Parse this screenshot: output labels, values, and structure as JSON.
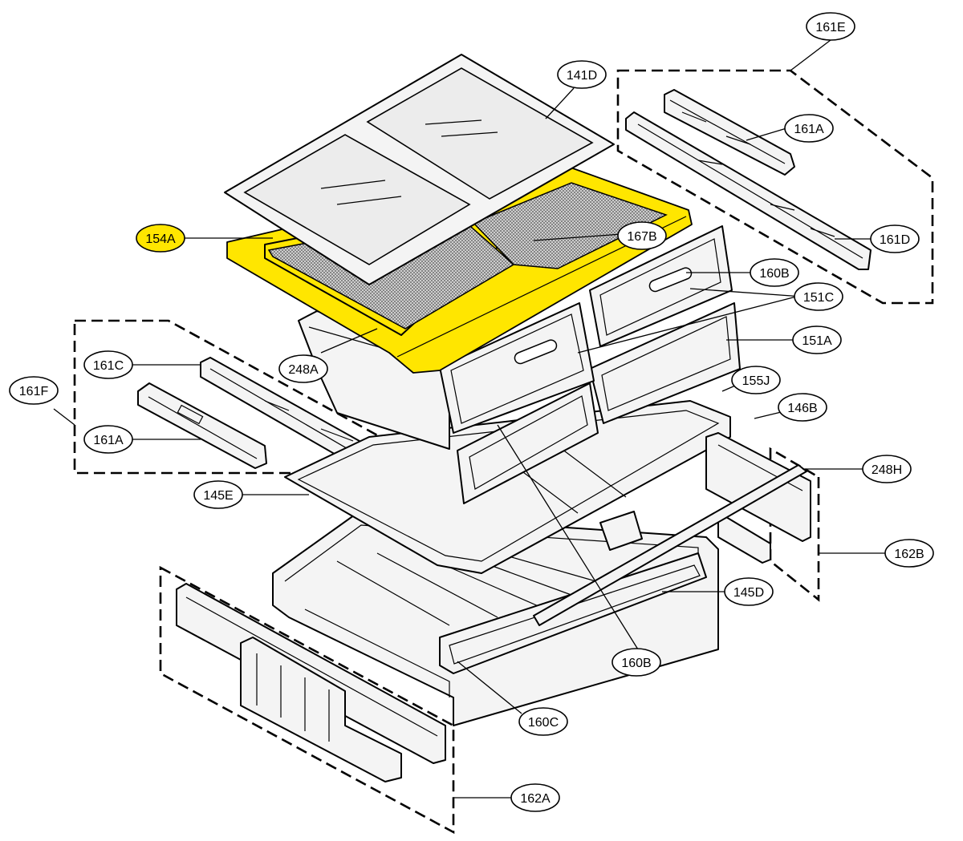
{
  "callouts": [
    {
      "id": "c-161e",
      "text": "161E"
    },
    {
      "id": "c-141d",
      "text": "141D"
    },
    {
      "id": "c-161a-top",
      "text": "161A"
    },
    {
      "id": "c-161d",
      "text": "161D"
    },
    {
      "id": "c-154a",
      "text": "154A",
      "highlighted": true
    },
    {
      "id": "c-167b",
      "text": "167B"
    },
    {
      "id": "c-160b-top",
      "text": "160B"
    },
    {
      "id": "c-151c",
      "text": "151C"
    },
    {
      "id": "c-151a",
      "text": "151A"
    },
    {
      "id": "c-248a",
      "text": "248A"
    },
    {
      "id": "c-161c",
      "text": "161C"
    },
    {
      "id": "c-161f",
      "text": "161F"
    },
    {
      "id": "c-155j",
      "text": "155J"
    },
    {
      "id": "c-146b",
      "text": "146B"
    },
    {
      "id": "c-161a-left",
      "text": "161A"
    },
    {
      "id": "c-248h",
      "text": "248H"
    },
    {
      "id": "c-145e",
      "text": "145E"
    },
    {
      "id": "c-162b",
      "text": "162B"
    },
    {
      "id": "c-145d",
      "text": "145D"
    },
    {
      "id": "c-160b-bottom",
      "text": "160B"
    },
    {
      "id": "c-160c",
      "text": "160C"
    },
    {
      "id": "c-162a",
      "text": "162A"
    }
  ],
  "colors": {
    "highlight": "#ffe600",
    "line": "#000000",
    "background": "#ffffff"
  }
}
